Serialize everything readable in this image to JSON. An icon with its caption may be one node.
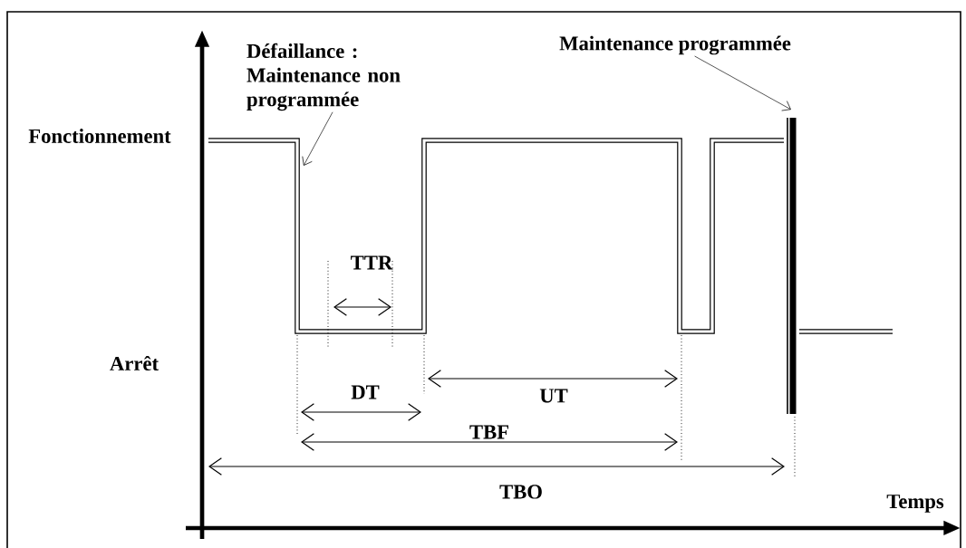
{
  "diagram": {
    "nodes": [
      {
        "text": [
          "Défaillance : Maintenance non programmée"
        ]
      },
      {
        "text": [
          "Maintenance programmée"
        ]
      }
    ],
    "edges": [
      {
        "from": 0,
        "to": null,
        "arrow": "to"
      },
      {
        "from": 1,
        "to": null,
        "arrow": "to"
      }
    ],
    "labels": [
      "Fonctionnement",
      "TTR",
      "Arrêt",
      "DT",
      "UT",
      "TBF",
      "TBO",
      "Temps"
    ]
  }
}
